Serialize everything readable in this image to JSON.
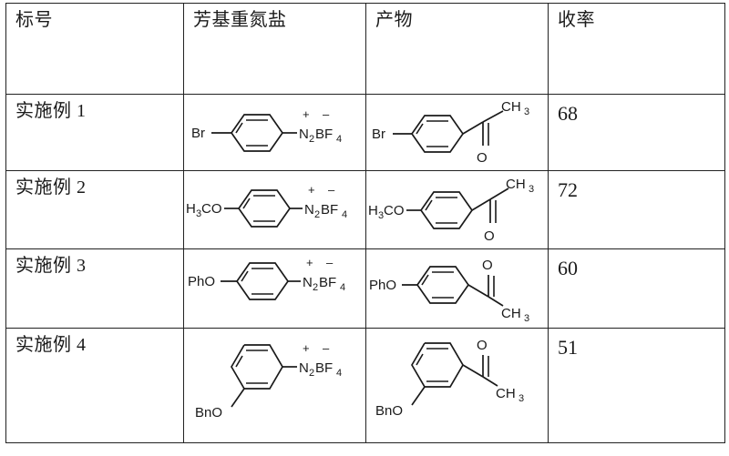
{
  "table": {
    "columns": [
      {
        "key": "label",
        "header": "标号"
      },
      {
        "key": "salt",
        "header": "芳基重氮盐"
      },
      {
        "key": "product",
        "header": "产物"
      },
      {
        "key": "yield",
        "header": "收率"
      }
    ],
    "rows": [
      {
        "label": "实施例 1",
        "salt": {
          "substituent": "Br",
          "substituent_position": "para",
          "diazonium_group": "N",
          "diazonium_sub": "2",
          "counter_ion": "BF",
          "counter_ion_sub": "4",
          "cation_charge": "+",
          "anion_charge": "–"
        },
        "product": {
          "substituent": "Br",
          "substituent_position": "para",
          "acyl_methyl": "CH",
          "acyl_methyl_sub": "3",
          "carbonyl_oxygen": "O",
          "carbonyl_orientation": "down"
        },
        "yield": "68"
      },
      {
        "label": "实施例 2",
        "salt": {
          "substituent": "H",
          "substituent_sub": "3",
          "substituent_tail": "CO",
          "substituent_position": "para",
          "diazonium_group": "N",
          "diazonium_sub": "2",
          "counter_ion": "BF",
          "counter_ion_sub": "4",
          "cation_charge": "+",
          "anion_charge": "–"
        },
        "product": {
          "substituent": "H",
          "substituent_sub": "3",
          "substituent_tail": "CO",
          "substituent_position": "para",
          "acyl_methyl": "CH",
          "acyl_methyl_sub": "3",
          "carbonyl_oxygen": "O",
          "carbonyl_orientation": "down"
        },
        "yield": "72"
      },
      {
        "label": "实施例 3",
        "salt": {
          "substituent": "PhO",
          "substituent_position": "para",
          "diazonium_group": "N",
          "diazonium_sub": "2",
          "counter_ion": "BF",
          "counter_ion_sub": "4",
          "cation_charge": "+",
          "anion_charge": "–"
        },
        "product": {
          "substituent": "PhO",
          "substituent_position": "para",
          "acyl_methyl": "CH",
          "acyl_methyl_sub": "3",
          "carbonyl_oxygen": "O",
          "carbonyl_orientation": "up"
        },
        "yield": "60"
      },
      {
        "label": "实施例 4",
        "salt": {
          "substituent": "BnO",
          "substituent_position": "meta",
          "diazonium_group": "N",
          "diazonium_sub": "2",
          "counter_ion": "BF",
          "counter_ion_sub": "4",
          "cation_charge": "+",
          "anion_charge": "–"
        },
        "product": {
          "substituent": "BnO",
          "substituent_position": "meta",
          "acyl_methyl": "CH",
          "acyl_methyl_sub": "3",
          "carbonyl_oxygen": "O",
          "carbonyl_orientation": "up"
        },
        "yield": "51"
      }
    ]
  },
  "colors": {
    "ink": "#1a1a1a",
    "rule": "#222222",
    "page": "#ffffff"
  }
}
